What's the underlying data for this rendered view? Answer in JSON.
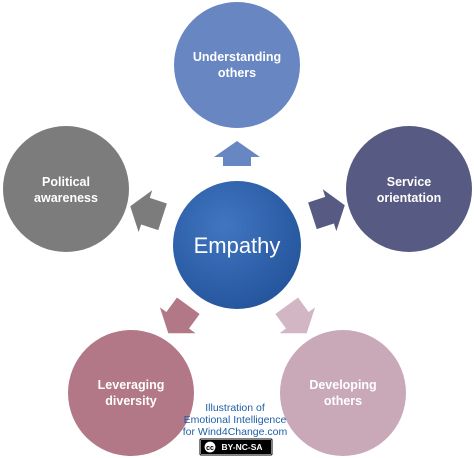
{
  "center": {
    "label": "Empathy",
    "color": "#2e5fa6"
  },
  "nodes": {
    "understanding_others": {
      "line1": "Understanding",
      "line2": "others",
      "color": "#6886c2"
    },
    "service_orientation": {
      "line1": "Service",
      "line2": "orientation",
      "color": "#575a83"
    },
    "developing_others": {
      "line1": "Developing",
      "line2": "others",
      "color": "#c9a9b8"
    },
    "leveraging_diversity": {
      "line1": "Leveraging",
      "line2": "diversity",
      "color": "#b27887"
    },
    "political_awareness": {
      "line1": "Political",
      "line2": "awareness",
      "color": "#7c7c7c"
    }
  },
  "credit": {
    "line1": "Illustration of",
    "line2": "Emotional Intelligence",
    "line3": "for Wind4Change.com",
    "license": "BY-NC-SA",
    "cc_symbol": "cc",
    "license_icon": "creative-commons-icon"
  }
}
